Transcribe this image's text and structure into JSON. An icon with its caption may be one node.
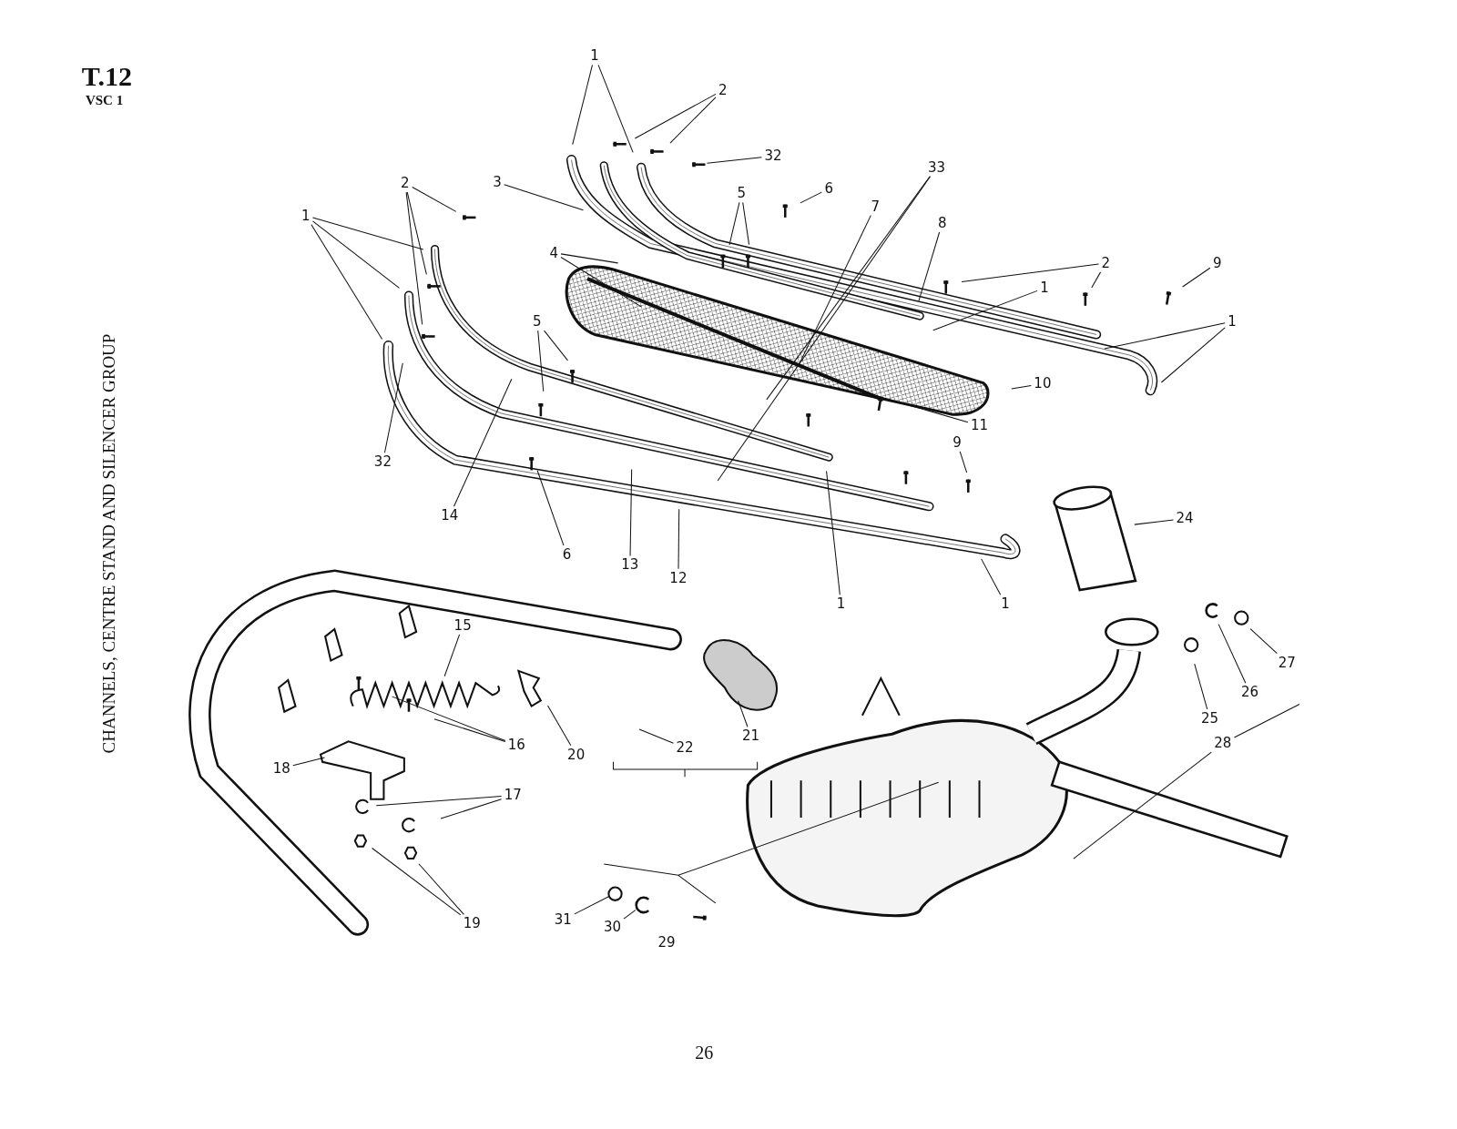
{
  "diagram": {
    "title": "CHANNELS, CENTRE STAND AND SILENCER GROUP",
    "nodes": [
      {
        "text": [
          "1"
        ]
      },
      {
        "text": [
          "2"
        ]
      },
      {
        "text": [
          "32"
        ]
      },
      {
        "text": [
          "3"
        ]
      },
      {
        "text": [
          "6"
        ]
      },
      {
        "text": [
          "5"
        ]
      },
      {
        "text": [
          "33"
        ]
      },
      {
        "text": [
          "7"
        ]
      },
      {
        "text": [
          "8"
        ]
      },
      {
        "text": [
          "4"
        ]
      },
      {
        "text": [
          "2"
        ]
      },
      {
        "text": [
          "9"
        ]
      },
      {
        "text": [
          "1"
        ]
      },
      {
        "text": [
          "1"
        ]
      },
      {
        "text": [
          "10"
        ]
      },
      {
        "text": [
          "11"
        ]
      },
      {
        "text": [
          "1"
        ]
      },
      {
        "text": [
          "2"
        ]
      },
      {
        "text": [
          "32"
        ]
      },
      {
        "text": [
          "5"
        ]
      },
      {
        "text": [
          "14"
        ]
      },
      {
        "text": [
          "6"
        ]
      },
      {
        "text": [
          "13"
        ]
      },
      {
        "text": [
          "12"
        ]
      },
      {
        "text": [
          "1"
        ]
      },
      {
        "text": [
          "9"
        ]
      },
      {
        "text": [
          "1"
        ]
      },
      {
        "text": [
          "24"
        ]
      },
      {
        "text": [
          "27"
        ]
      },
      {
        "text": [
          "26"
        ]
      },
      {
        "text": [
          "25"
        ]
      },
      {
        "text": [
          "28"
        ]
      },
      {
        "text": [
          "15"
        ]
      },
      {
        "text": [
          "20"
        ]
      },
      {
        "text": [
          "16"
        ]
      },
      {
        "text": [
          "21"
        ]
      },
      {
        "text": [
          "22"
        ]
      },
      {
        "text": [
          "18"
        ]
      },
      {
        "text": [
          "17"
        ]
      },
      {
        "text": [
          "19"
        ]
      },
      {
        "text": [
          "31"
        ]
      },
      {
        "text": [
          "30"
        ]
      },
      {
        "text": [],
        "shape": "picture"
      },
      {
        "text": [],
        "shape": "bar",
        "in": 42
      },
      {
        "text": [],
        "shape": "circle"
      }
    ],
    "edges": [
      {
        "from": 0,
        "to": null,
        "arrow": "none"
      },
      {
        "from": 0,
        "to": null,
        "arrow": "none"
      },
      {
        "from": 1,
        "to": null,
        "arrow": "none"
      },
      {
        "from": 1,
        "to": null,
        "arrow": "none"
      },
      {
        "from": 2,
        "to": null,
        "arrow": "none"
      },
      {
        "from": 3,
        "to": null,
        "arrow": "none"
      },
      {
        "from": 4,
        "to": null,
        "arrow": "none"
      },
      {
        "from": 5,
        "to": null,
        "arrow": "none"
      },
      {
        "from": 5,
        "to": null,
        "arrow": "none"
      },
      {
        "from": 6,
        "to": 42,
        "arrow": "none"
      },
      {
        "from": 6,
        "to": null,
        "arrow": "none"
      },
      {
        "from": 7,
        "to": 42,
        "arrow": "none"
      },
      {
        "from": 8,
        "to": null,
        "arrow": "none"
      },
      {
        "from": 9,
        "to": 42,
        "arrow": "none"
      },
      {
        "from": 9,
        "to": 42,
        "arrow": "none"
      },
      {
        "from": 10,
        "to": null,
        "arrow": "none"
      },
      {
        "from": 10,
        "to": null,
        "arrow": "none"
      },
      {
        "from": 11,
        "to": null,
        "arrow": "none"
      },
      {
        "from": 12,
        "to": null,
        "arrow": "none"
      },
      {
        "from": 13,
        "to": null,
        "arrow": "none"
      },
      {
        "from": 13,
        "to": null,
        "arrow": "none"
      },
      {
        "from": 14,
        "to": null,
        "arrow": "none"
      },
      {
        "from": 15,
        "to": 43,
        "arrow": "none"
      },
      {
        "from": 16,
        "to": null,
        "arrow": "none"
      },
      {
        "from": 16,
        "to": null,
        "arrow": "none"
      },
      {
        "from": 16,
        "to": null,
        "arrow": "none"
      },
      {
        "from": 17,
        "to": null,
        "arrow": "none"
      },
      {
        "from": 17,
        "to": null,
        "arrow": "none"
      },
      {
        "from": 17,
        "to": null,
        "arrow": "none"
      },
      {
        "from": 18,
        "to": null,
        "arrow": "none"
      },
      {
        "from": 19,
        "to": null,
        "arrow": "none"
      },
      {
        "from": 19,
        "to": null,
        "arrow": "none"
      },
      {
        "from": 20,
        "to": null,
        "arrow": "none"
      },
      {
        "from": 21,
        "to": null,
        "arrow": "none"
      },
      {
        "from": 22,
        "to": null,
        "arrow": "none"
      },
      {
        "from": 23,
        "to": null,
        "arrow": "none"
      },
      {
        "from": 24,
        "to": null,
        "arrow": "none"
      },
      {
        "from": 25,
        "to": null,
        "arrow": "none"
      },
      {
        "from": 26,
        "to": null,
        "arrow": "none"
      },
      {
        "from": 27,
        "to": null,
        "arrow": "none"
      },
      {
        "from": 28,
        "to": null,
        "arrow": "none"
      },
      {
        "from": 29,
        "to": null,
        "arrow": "none"
      },
      {
        "from": 30,
        "to": null,
        "arrow": "none"
      },
      {
        "from": 31,
        "to": null,
        "arrow": "none"
      },
      {
        "from": 31,
        "to": null,
        "arrow": "none"
      },
      {
        "from": 32,
        "to": null,
        "arrow": "none"
      },
      {
        "from": 33,
        "to": null,
        "arrow": "none"
      },
      {
        "from": 34,
        "to": null,
        "arrow": "none"
      },
      {
        "from": 34,
        "to": null,
        "arrow": "none"
      },
      {
        "from": 35,
        "to": null,
        "arrow": "none"
      },
      {
        "from": 36,
        "to": null,
        "arrow": "none"
      },
      {
        "from": 37,
        "to": null,
        "arrow": "none"
      },
      {
        "from": 38,
        "to": null,
        "arrow": "none"
      },
      {
        "from": 38,
        "to": null,
        "arrow": "none"
      },
      {
        "from": 39,
        "to": null,
        "arrow": "none"
      },
      {
        "from": 39,
        "to": null,
        "arrow": "none"
      },
      {
        "from": 40,
        "to": 44,
        "arrow": "none"
      },
      {
        "from": 41,
        "to": null,
        "arrow": "none"
      }
    ],
    "labels": [
      "T.12",
      "VSC 1",
      "29",
      "26"
    ]
  }
}
